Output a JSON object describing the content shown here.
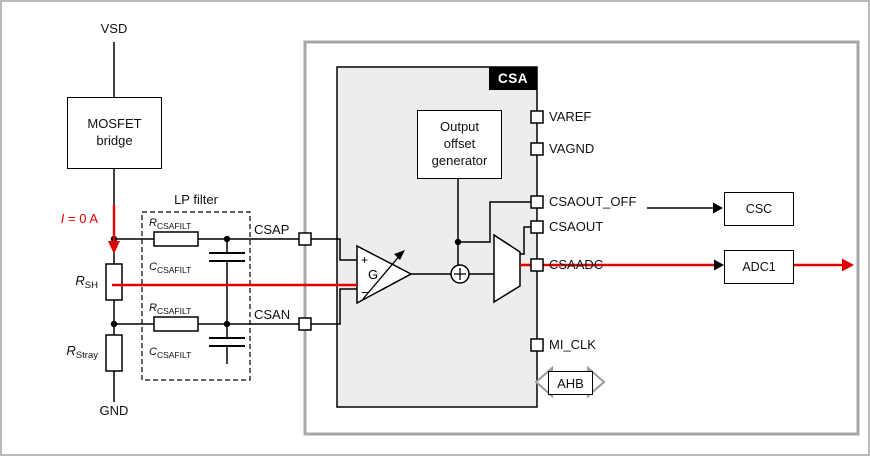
{
  "colors": {
    "signal_red": "#e00000",
    "mcu_border": "#a8a8a8",
    "csa_fill": "#ededed"
  },
  "supply": {
    "vsd": "VSD",
    "gnd": "GND"
  },
  "mosfet_bridge": {
    "label": "MOSFET\nbridge"
  },
  "current_annotation": {
    "symbol": "I",
    "rest": " = 0 A"
  },
  "resistors": {
    "r_sh": {
      "symbol": "R",
      "sub": "SH"
    },
    "r_stray": {
      "symbol": "R",
      "sub": "Stray"
    }
  },
  "lp_filter": {
    "title": "LP filter",
    "r_top": {
      "symbol": "R",
      "sub": "CSAFILT"
    },
    "c_top": {
      "symbol": "C",
      "sub": "CSAFILT"
    },
    "r_bottom": {
      "symbol": "R",
      "sub": "CSAFILT"
    },
    "c_bottom": {
      "symbol": "C",
      "sub": "CSAFILT"
    }
  },
  "nets": {
    "csap": "CSAP",
    "csan": "CSAN"
  },
  "csa_block": {
    "tag": "CSA",
    "offset_generator": "Output\noffset\ngenerator",
    "amp": {
      "plus": "+",
      "minus": "−",
      "gain": "G"
    },
    "pins": [
      {
        "label": "VAREF"
      },
      {
        "label": "VAGND"
      },
      {
        "label": "CSAOUT_OFF"
      },
      {
        "label": "CSAOUT"
      },
      {
        "label": "CSAADC"
      },
      {
        "label": "MI_CLK"
      }
    ],
    "bus": "AHB"
  },
  "peripherals": {
    "csc": "CSC",
    "adc1": "ADC1"
  }
}
